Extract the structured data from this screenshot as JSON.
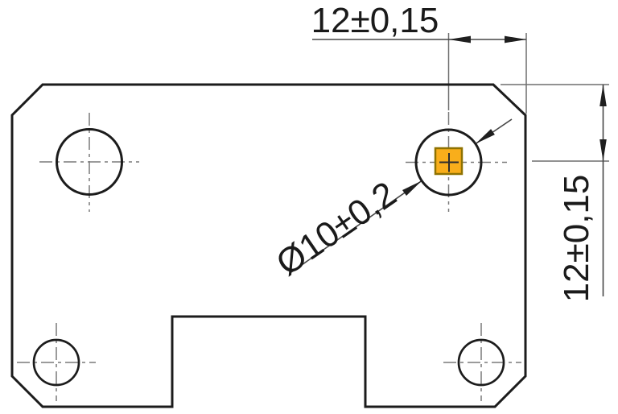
{
  "drawing": {
    "type": "technical-drawing-plate-with-holes",
    "labels": {
      "top_dimension": "12±0,15",
      "right_dimension": "12±0,15",
      "diameter_dimension": "Ø10±0,2"
    },
    "highlight": {
      "fill": "#F9AE1B",
      "border": "#8F7200"
    },
    "colors": {
      "outline": "#1c1c1c",
      "dimension_lines": "#474747",
      "centerlines": "#7a7a7a",
      "text": "#1a1a1a",
      "background": "#ffffff"
    }
  }
}
